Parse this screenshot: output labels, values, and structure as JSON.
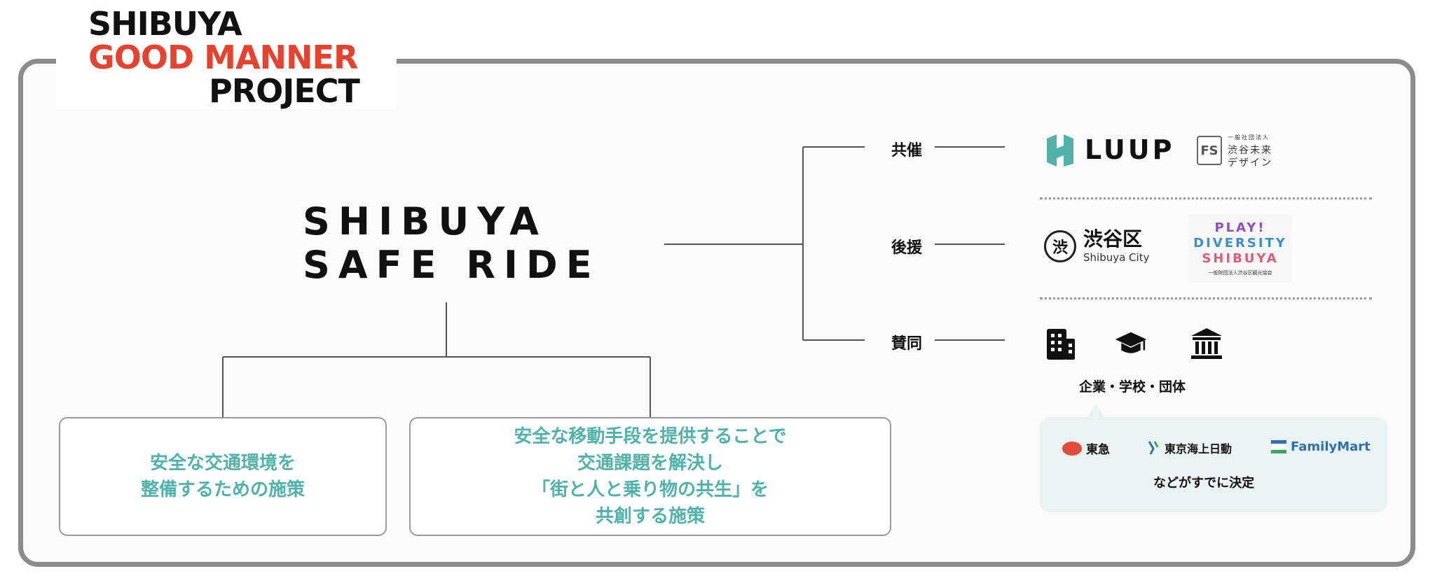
{
  "logo": {
    "line1": "SHIBUYA",
    "line2": "GOOD MANNER",
    "line3": "PROJECT"
  },
  "main_title": {
    "line1": "SHIBUYA",
    "line2": "SAFE RIDE"
  },
  "boxes": [
    {
      "text": "安全な交通環境を\n整備するための施策"
    },
    {
      "text": "安全な移動手段を提供することで\n交通課題を解決し\n「街と人と乗り物の共生」を\n共創する施策"
    }
  ],
  "categories": {
    "cohost": "共催",
    "support": "後援",
    "endorse": "賛同"
  },
  "cohost_logos": {
    "luup": "LUUP",
    "sfd_mark": "FS",
    "sfd_small": "一般社団法人",
    "sfd_big": "渋谷未来",
    "sfd_big2": "デザイン"
  },
  "support_logos": {
    "shibuya_emblem": "渋",
    "shibuya_jp": "渋谷区",
    "shibuya_en": "Shibuya City",
    "pds_line1": "PLAY!",
    "pds_line2": "DIVERSITY",
    "pds_line3": "SHIBUYA",
    "pds_org": "一般財団法人渋谷区観光協会"
  },
  "endorse": {
    "icons": [
      "building-icon",
      "graduation-cap-icon",
      "bank-icon"
    ],
    "label": "企業・学校・団体",
    "sponsors": {
      "tokyu": "東急",
      "tmn": "東京海上日動",
      "familymart": "FamilyMart"
    },
    "footer": "などがすでに決定"
  },
  "colors": {
    "accent_red": "#e8412e",
    "teal_text": "#4fb3aa",
    "bubble_bg": "#e9f3f2",
    "frame": "#8c8c8c",
    "familymart_blue": "#2f6fb3",
    "familymart_green": "#3aa65a"
  }
}
